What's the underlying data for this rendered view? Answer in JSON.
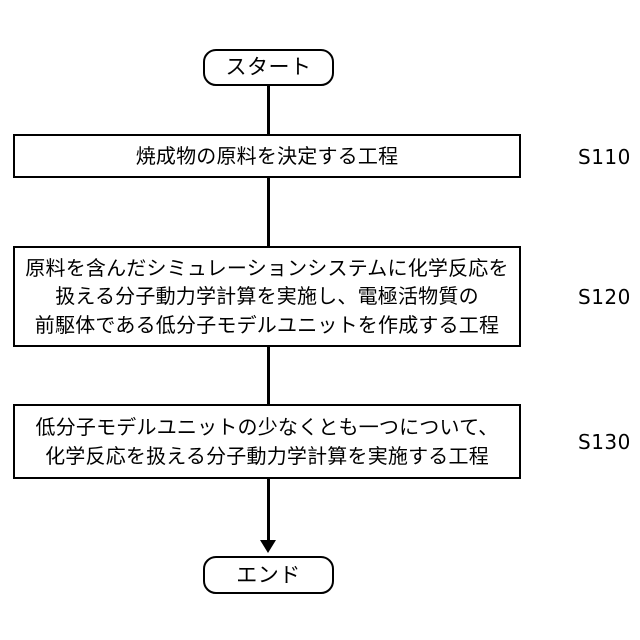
{
  "diagram": {
    "type": "flowchart",
    "orientation": "vertical",
    "background_color": "#ffffff",
    "line_color": "#000000",
    "nodes": [
      {
        "id": "start",
        "shape": "terminator",
        "label": "スタート"
      },
      {
        "id": "s110",
        "shape": "process",
        "label": "焼成物の原料を決定する工程",
        "step": "S110"
      },
      {
        "id": "s120",
        "shape": "process",
        "label": "原料を含んだシミュレーションシステムに化学反応を\n扱える分子動力学計算を実施し、電極活物質の\n前駆体である低分子モデルユニットを作成する工程",
        "step": "S120"
      },
      {
        "id": "s130",
        "shape": "process",
        "label": "低分子モデルユニットの少なくとも一つについて、\n化学反応を扱える分子動力学計算を実施する工程",
        "step": "S130"
      },
      {
        "id": "end",
        "shape": "terminator",
        "label": "エンド"
      }
    ],
    "edges": [
      {
        "id": "start-s110",
        "from": "start",
        "to": "s110",
        "arrowhead": false
      },
      {
        "id": "s110-s120",
        "from": "s110",
        "to": "s120",
        "arrowhead": false
      },
      {
        "id": "s120-s130",
        "from": "s120",
        "to": "s130",
        "arrowhead": false
      },
      {
        "id": "s130-end",
        "from": "s130",
        "to": "end",
        "arrowhead": true
      }
    ],
    "step_labels": {
      "s110": "S110",
      "s120": "S120",
      "s130": "S130"
    }
  }
}
